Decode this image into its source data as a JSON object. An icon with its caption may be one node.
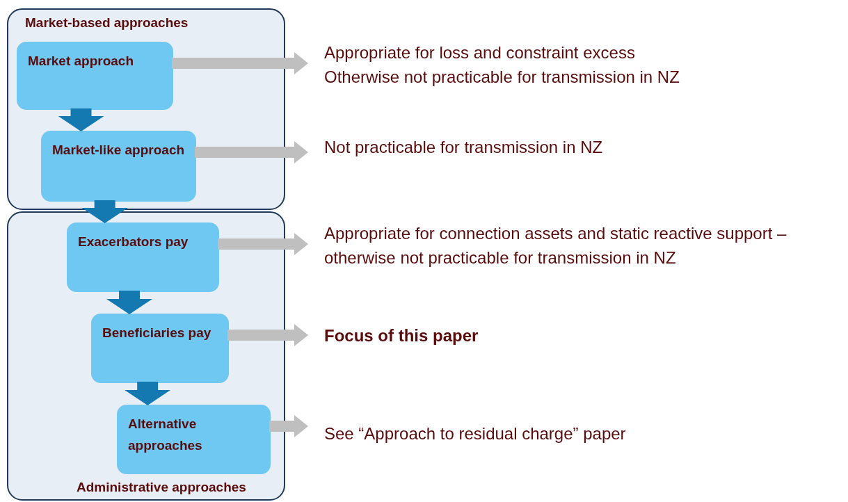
{
  "diagram": {
    "nodes": [
      {
        "text": [
          "Market-based approaches"
        ]
      },
      {
        "text": [
          "Market approach"
        ],
        "in": 0
      },
      {
        "text": [
          "Market-like approach"
        ],
        "in": 0
      },
      {
        "text": [
          "Administrative approaches"
        ]
      },
      {
        "text": [
          "Exacerbators pay"
        ],
        "in": 3
      },
      {
        "text": [
          "Beneficiaries pay"
        ],
        "in": 3
      },
      {
        "text": [
          "Alternative approaches"
        ],
        "in": 3
      },
      {
        "text": [
          "Appropriate for loss and constraint excess",
          "Otherwise not practicable for transmission in NZ"
        ]
      },
      {
        "text": [
          "Not practicable for transmission in NZ"
        ]
      },
      {
        "text": [
          "Appropriate for connection assets and static reactive support – otherwise not practicable for transmission in NZ"
        ]
      },
      {
        "text": [
          "Focus of this paper"
        ]
      },
      {
        "text": [
          "See “Approach to residual charge” paper"
        ]
      }
    ],
    "edges": [
      {
        "from": 1,
        "to": 2,
        "arrow": "to",
        "color": "#1479b0"
      },
      {
        "from": 2,
        "to": 4,
        "arrow": "to",
        "color": "#1479b0"
      },
      {
        "from": 4,
        "to": 5,
        "arrow": "to",
        "color": "#1479b0"
      },
      {
        "from": 5,
        "to": 6,
        "arrow": "to",
        "color": "#1479b0"
      },
      {
        "from": 1,
        "to": 7,
        "arrow": "to"
      },
      {
        "from": 2,
        "to": 8,
        "arrow": "to"
      },
      {
        "from": 4,
        "to": 9,
        "arrow": "to"
      },
      {
        "from": 5,
        "to": 10,
        "arrow": "to"
      },
      {
        "from": 6,
        "to": 11,
        "arrow": "to"
      }
    ]
  }
}
